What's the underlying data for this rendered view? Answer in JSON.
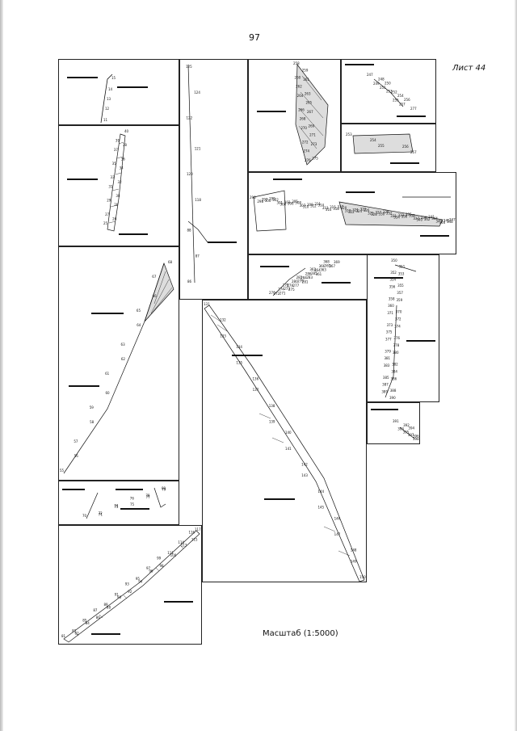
{
  "page": {
    "number": "97",
    "sheet": "Лист 44",
    "scale": "Масштаб (1:5000)"
  },
  "panels": [
    {
      "id": "p1",
      "points": [
        "11",
        "12",
        "13",
        "14",
        "15"
      ]
    },
    {
      "id": "p2",
      "points": [
        "25",
        "26",
        "27",
        "28",
        "29",
        "30",
        "31",
        "32",
        "33",
        "34",
        "35",
        "36",
        "37",
        "38",
        "39",
        "40"
      ]
    },
    {
      "id": "p3",
      "points": [
        "55",
        "56",
        "57",
        "58",
        "59",
        "60",
        "61",
        "62",
        "63",
        "64",
        "65",
        "66",
        "67",
        "68"
      ]
    },
    {
      "id": "p4",
      "points": [
        "70",
        "71",
        "72",
        "73",
        "74",
        "75",
        "76",
        "77",
        "78",
        "79",
        "80"
      ]
    },
    {
      "id": "p5",
      "points": [
        "81",
        "82",
        "83",
        "84",
        "85",
        "86",
        "87",
        "88",
        "89",
        "90",
        "91",
        "92",
        "93",
        "94",
        "95",
        "96",
        "97",
        "98",
        "99",
        "100",
        "111",
        "113",
        "114",
        "115",
        "116",
        "117"
      ]
    },
    {
      "id": "p6",
      "points": [
        "86",
        "87",
        "88",
        "118",
        "120",
        "121",
        "122",
        "124",
        "125"
      ]
    },
    {
      "id": "p7",
      "points": [
        "131",
        "132",
        "133",
        "134",
        "135",
        "136",
        "137",
        "138",
        "139",
        "140",
        "141",
        "142",
        "143",
        "144",
        "145",
        "146",
        "147",
        "148",
        "149",
        "150"
      ]
    },
    {
      "id": "p8",
      "points": [
        "258",
        "259",
        "260",
        "261",
        "262",
        "263",
        "264",
        "265",
        "266",
        "267",
        "268",
        "269",
        "270",
        "271",
        "272",
        "273",
        "274",
        "275",
        "276"
      ]
    },
    {
      "id": "p9",
      "points": [
        "247",
        "248",
        "249",
        "250",
        "251",
        "252",
        "253",
        "254",
        "255",
        "256",
        "257",
        "277"
      ]
    },
    {
      "id": "p10",
      "points": [
        "253",
        "254",
        "255",
        "256",
        "257"
      ]
    },
    {
      "id": "p11",
      "points": [
        "296",
        "297",
        "298",
        "299",
        "300",
        "301",
        "302",
        "303",
        "304",
        "305",
        "306",
        "307",
        "308",
        "309",
        "310",
        "311",
        "312",
        "313",
        "314",
        "315",
        "316",
        "317",
        "318",
        "319",
        "320",
        "321",
        "322",
        "323",
        "324",
        "325",
        "326",
        "327",
        "328",
        "329",
        "330",
        "331",
        "332",
        "333",
        "334",
        "335",
        "336",
        "337",
        "338",
        "339",
        "340",
        "341",
        "342",
        "343",
        "344",
        "345",
        "346",
        "347",
        "348"
      ]
    },
    {
      "id": "p12",
      "points": [
        "270",
        "271",
        "272",
        "273",
        "274",
        "275",
        "276",
        "277",
        "278",
        "279",
        "280",
        "281",
        "282",
        "283",
        "284",
        "285",
        "286",
        "361",
        "362",
        "363",
        "364",
        "365",
        "366",
        "367",
        "368",
        "369"
      ]
    },
    {
      "id": "p13",
      "points": [
        "350",
        "351",
        "352",
        "353",
        "354",
        "355",
        "356",
        "357",
        "358",
        "359",
        "360",
        "370",
        "371",
        "372",
        "373",
        "374",
        "375",
        "376",
        "377",
        "378",
        "379",
        "380",
        "381",
        "382",
        "383",
        "384",
        "385",
        "386",
        "387",
        "388",
        "389",
        "390"
      ]
    },
    {
      "id": "p14",
      "points": [
        "391",
        "392",
        "393",
        "394",
        "395",
        "396",
        "397",
        "398"
      ]
    }
  ]
}
